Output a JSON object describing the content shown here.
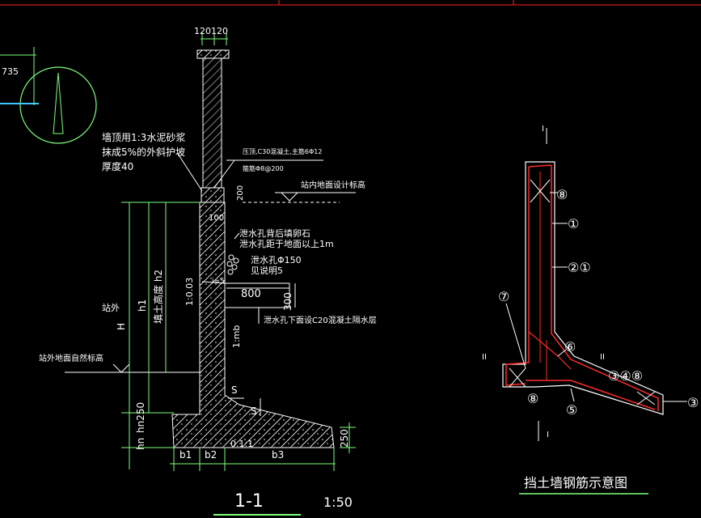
{
  "section": {
    "top_dim": "120120",
    "left_dim": "735",
    "note_cap_1": "墙顶用1:3水泥砂浆",
    "note_cap_2": "抹成5%的外斜护坡",
    "note_cap_3": "厚度40",
    "note_beam_1": "压顶,C30混凝土,主筋6Φ12",
    "note_beam_2": "箍筋Φ8@200",
    "dim_200": "200",
    "site_elev": "站内地面设计标高",
    "dim_100": "100",
    "note_drain_1": "泄水孔背后填卵石",
    "note_drain_2": "泄水孔距于地面以上1m",
    "note_drain_3": "泄水孔Φ150",
    "note_drain_4": "见说明5",
    "slope_i": "i=5",
    "dim_800": "800",
    "dim_300": "300",
    "note_layer": "泄水孔下面设C20混凝土隔水层",
    "label_outside": "站外",
    "label_H": "H",
    "label_h1": "h1",
    "label_h2": "填土高度 h2",
    "slope_1": "1:0.03",
    "slope_2": "1:mb",
    "outside_ground": "站外地面自然标高",
    "label_S1": "S",
    "label_S2": "S",
    "dim_hn250": "hn250",
    "dim_hn": "hn",
    "dim_250": "250",
    "slope_base": "0.1:1",
    "b1": "b1",
    "b2": "b2",
    "b3": "b3",
    "title": "1-1",
    "scale": "1:50"
  },
  "rebar": {
    "mark_I_top": "I",
    "mark_I_bottom": "I",
    "mark_II_left": "II",
    "mark_II_right": "II",
    "r1": "①",
    "r2": "②①",
    "r8a": "⑧",
    "r7": "⑦",
    "r6": "⑥",
    "r34": "③④⑧",
    "r8b": "⑧",
    "r5": "⑤",
    "r3": "③",
    "title": "挡土墙钢筋示意图"
  }
}
